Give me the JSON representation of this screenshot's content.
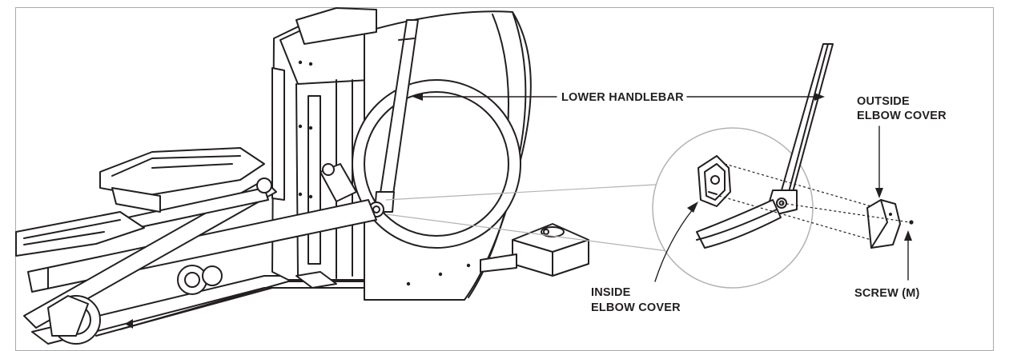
{
  "labels": {
    "lower_handlebar": "LOWER HANDLEBAR",
    "outside_cover_line1": "OUTSIDE",
    "outside_cover_line2": "ELBOW COVER",
    "inside_cover_line1": "INSIDE",
    "inside_cover_line2": "ELBOW COVER",
    "screw": "SCREW (M)"
  },
  "colors": {
    "line": "#231f20",
    "frame_border": "#a7a9ac",
    "detail_circle": "#b3b3b3",
    "background": "#ffffff"
  }
}
